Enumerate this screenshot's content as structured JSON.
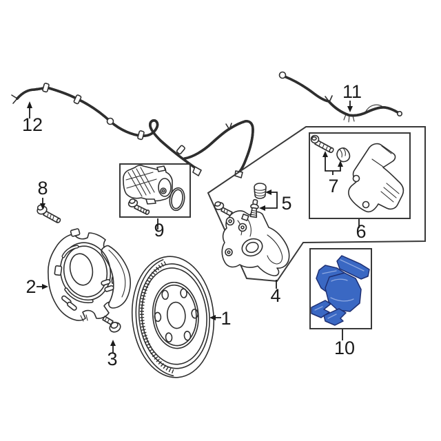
{
  "diagram": {
    "background_color": "#ffffff",
    "line_color": "#2e2e2e",
    "label_color": "#1a1a1a",
    "highlight_fill": "#3a68c3",
    "highlight_stroke": "#1e2f72",
    "highlighted_callout": "10",
    "callouts": {
      "c1": "1",
      "c2": "2",
      "c3": "3",
      "c4": "4",
      "c5": "5",
      "c6": "6",
      "c7": "7",
      "c8": "8",
      "c9": "9",
      "c10": "10",
      "c11": "11",
      "c12": "12"
    }
  }
}
